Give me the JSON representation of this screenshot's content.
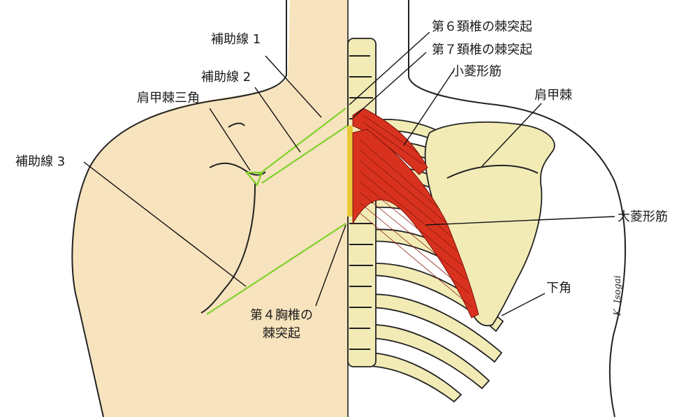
{
  "colors": {
    "skin": "#f7e3bd",
    "bone": "#f2ebb6",
    "muscle": "#d8321f",
    "guide_line": "#7fd12a",
    "outline": "#222222"
  },
  "labels": {
    "aux_line_1": "補助線 1",
    "aux_line_2": "補助線 2",
    "aux_line_3": "補助線 3",
    "spine_triangle": "肩甲棘三角",
    "c6_spinous": "第６頚椎の棘突起",
    "c7_spinous": "第７頚椎の棘突起",
    "rhomboid_minor": "小菱形筋",
    "scapular_spine": "肩甲棘",
    "rhomboid_major": "大菱形筋",
    "inferior_angle": "下角",
    "t4_spinous_line1": "第４胸椎の",
    "t4_spinous_line2": "棘突起"
  },
  "signature": "K. Isogai"
}
